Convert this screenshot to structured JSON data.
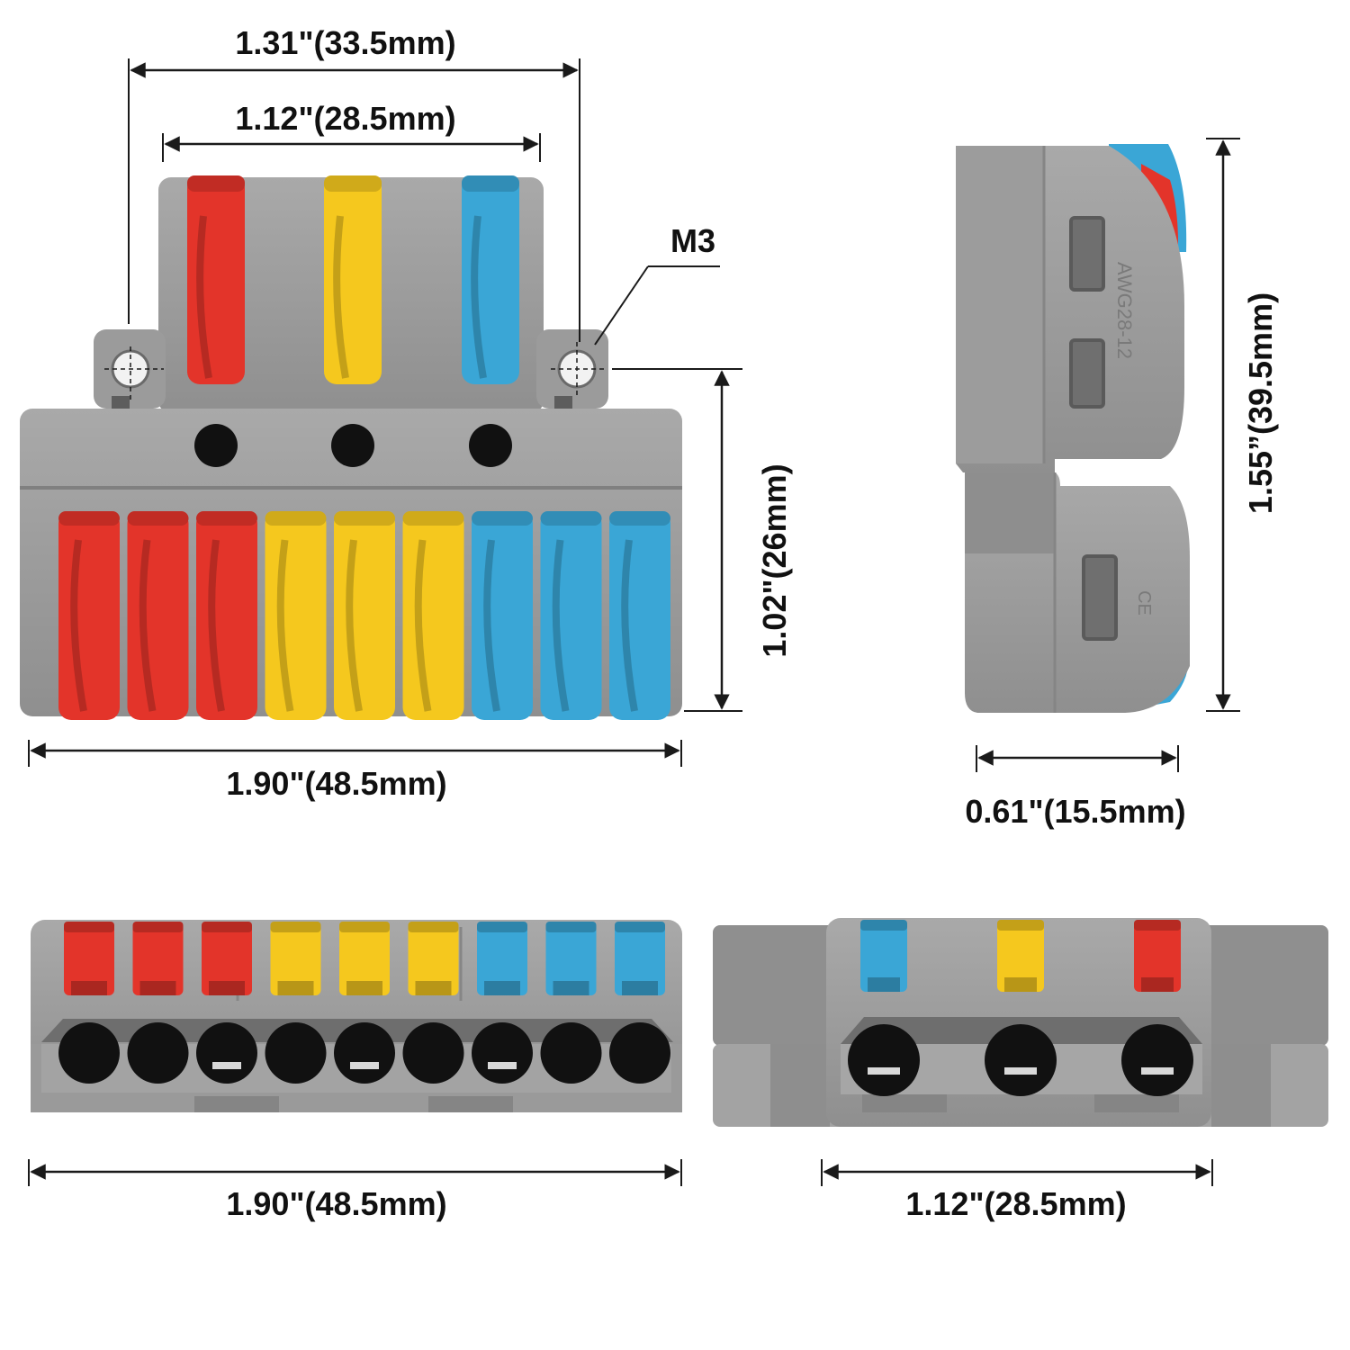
{
  "dimensions": {
    "top_outer_width": "1.31\"(33.5mm)",
    "top_inner_width": "1.12\"(28.5mm)",
    "front_width": "1.90\"(48.5mm)",
    "front_height": "1.02\"(26mm)",
    "side_height": "1.55”(39.5mm)",
    "side_depth": "0.61\"(15.5mm)",
    "bottom_left_width": "1.90\"(48.5mm)",
    "bottom_right_width": "1.12\"(28.5mm)"
  },
  "labels": {
    "mount_hole": "M3",
    "wire_gauge": "AWG28-12",
    "certification": "CE"
  },
  "colors": {
    "housing": "#9a9a9a",
    "housing_dark": "#7d7d7d",
    "housing_light": "#a8a8a8",
    "lever_red": "#e3342a",
    "lever_yellow": "#f5c81e",
    "lever_blue": "#3aa6d6",
    "hole": "#111111"
  },
  "levers": {
    "top_row": [
      "red",
      "yellow",
      "blue"
    ],
    "bottom_row": [
      "red",
      "red",
      "red",
      "yellow",
      "yellow",
      "yellow",
      "blue",
      "blue",
      "blue"
    ]
  }
}
